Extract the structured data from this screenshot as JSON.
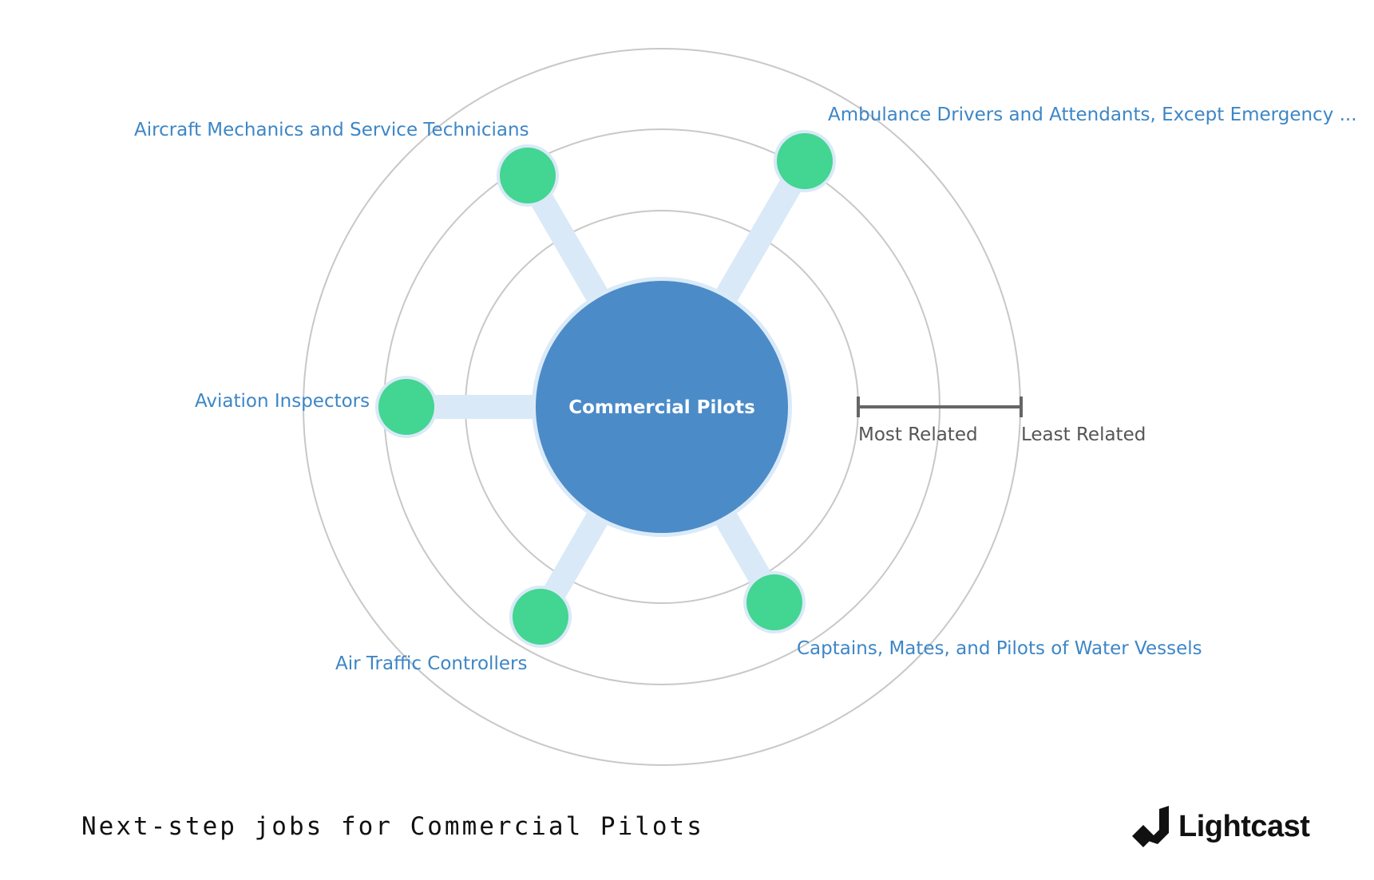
{
  "diagram": {
    "center": {
      "label": "Commercial Pilots"
    },
    "nodes": [
      {
        "label": "Aircraft Mechanics and Service Technicians"
      },
      {
        "label": "Ambulance Drivers and Attendants, Except Emergency ..."
      },
      {
        "label": "Aviation Inspectors"
      },
      {
        "label": "Air Traffic Controllers"
      },
      {
        "label": "Captains, Mates, and Pilots of Water Vessels"
      }
    ],
    "scale": {
      "most_label": "Most Related",
      "least_label": "Least Related"
    },
    "colors": {
      "center_fill": "#4b8bc8",
      "node_fill": "#43d592",
      "connector": "#d9e9f7",
      "ring": "#c8c8c8",
      "label": "#3d86c6"
    }
  },
  "caption": "Next-step jobs for Commercial Pilots",
  "brand": {
    "name": "Lightcast",
    "icon": "lightcast-logo-icon"
  }
}
